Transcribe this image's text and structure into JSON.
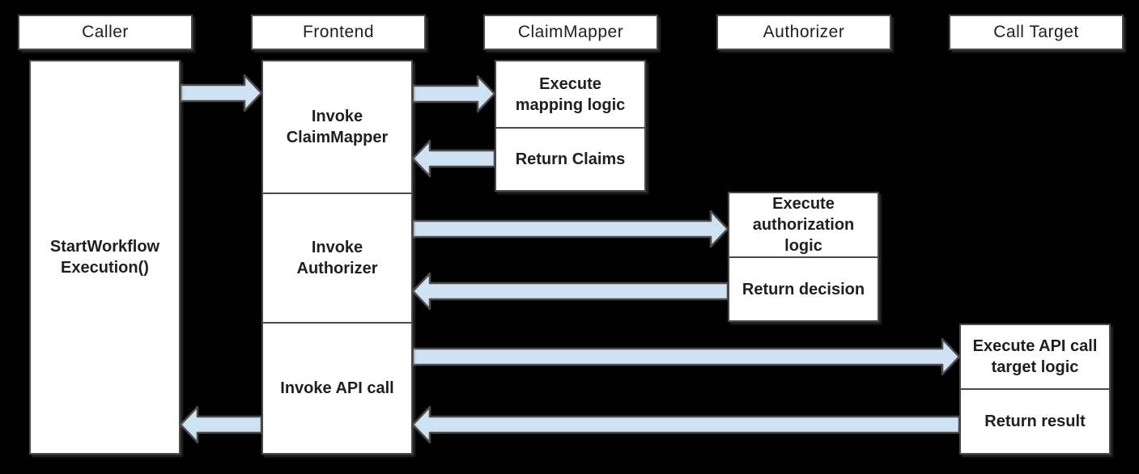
{
  "colors": {
    "background": "#000000",
    "box_fill": "#ffffff",
    "box_border": "#4a4a4a",
    "arrow_fill": "#cfe2f3",
    "arrow_border": "#4a4a4a",
    "text": "#1f1f1f"
  },
  "lifelines": [
    {
      "label": "Caller"
    },
    {
      "label": "Frontend"
    },
    {
      "label": "ClaimMapper"
    },
    {
      "label": "Authorizer"
    },
    {
      "label": "Call Target"
    }
  ],
  "caller_activation": {
    "label": "StartWorkflow\nExecution()"
  },
  "frontend_sections": [
    {
      "label": "Invoke\nClaimMapper"
    },
    {
      "label": "Invoke\nAuthorizer"
    },
    {
      "label": "Invoke API call"
    }
  ],
  "claimmapper_sections": [
    {
      "label": "Execute\nmapping logic"
    },
    {
      "label": "Return Claims"
    }
  ],
  "authorizer_sections": [
    {
      "label": "Execute\nauthorization\nlogic"
    },
    {
      "label": "Return decision"
    }
  ],
  "calltarget_sections": [
    {
      "label": "Execute API call\ntarget logic"
    },
    {
      "label": "Return result"
    }
  ],
  "arrows": [
    {
      "from": "Caller",
      "to": "Frontend",
      "direction": "right"
    },
    {
      "from": "Frontend",
      "to": "ClaimMapper",
      "direction": "right"
    },
    {
      "from": "ClaimMapper",
      "to": "Frontend",
      "direction": "left"
    },
    {
      "from": "Frontend",
      "to": "Authorizer",
      "direction": "right"
    },
    {
      "from": "Authorizer",
      "to": "Frontend",
      "direction": "left"
    },
    {
      "from": "Frontend",
      "to": "Call Target",
      "direction": "right"
    },
    {
      "from": "Call Target",
      "to": "Frontend",
      "direction": "left"
    },
    {
      "from": "Frontend",
      "to": "Caller",
      "direction": "left"
    }
  ]
}
